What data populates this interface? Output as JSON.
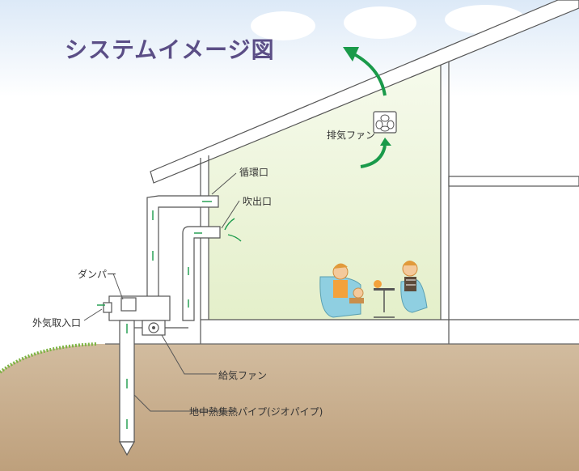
{
  "title": "システムイメージ図",
  "labels": {
    "exhaust_fan": "排気ファン",
    "circulation_port": "循環口",
    "outlet": "吹出口",
    "damper": "ダンパー",
    "outdoor_air_intake": "外気取入口",
    "supply_fan": "給気ファン",
    "geothermal_pipe": "地中熱集熱パイプ(ジオパイプ)"
  },
  "colors": {
    "title": "#5b4e86",
    "flow_arrow": "#1a9a4a",
    "ground": "#c4a98a",
    "grass": "#7cb342",
    "sky": "#dce9f7",
    "room": "#eef5dc"
  },
  "icons": [
    "exhaust-fan-icon",
    "supply-fan-icon",
    "flow-arrow-icon"
  ]
}
